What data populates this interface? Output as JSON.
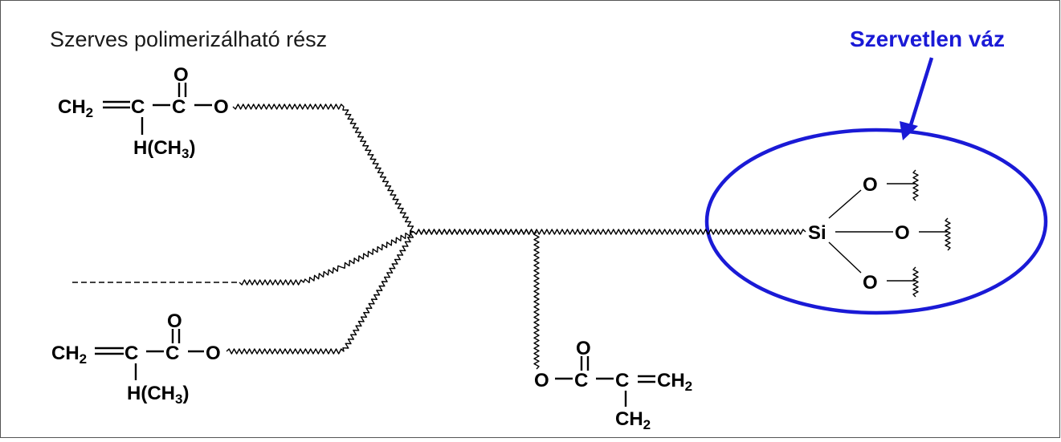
{
  "labels": {
    "organic_part": "Szerves polimerizálható rész",
    "inorganic_framework": "Szervetlen váz"
  },
  "colors": {
    "accent": "#1a1ad6",
    "ink": "#000000",
    "frame": "#555555"
  },
  "methacrylate_top": {
    "ch": "CH",
    "ch_sub": "2",
    "c_alpha": "C",
    "c_carbonyl": "C",
    "carbonyl_o": "O",
    "ester_o": "O",
    "h_prefix": "H(CH",
    "h_sub": "3",
    "h_suffix": ")"
  },
  "methacrylate_bottom": {
    "ch": "CH",
    "ch_sub": "2",
    "c_alpha": "C",
    "c_carbonyl": "C",
    "carbonyl_o": "O",
    "ester_o": "O",
    "h_prefix": "H(CH",
    "h_sub": "3",
    "h_suffix": ")"
  },
  "methacrylate_pendant": {
    "ester_o": "O",
    "c_carbonyl": "C",
    "carbonyl_o": "O",
    "c_alpha": "C",
    "ch": "CH",
    "ch_sub": "2",
    "ch_bottom": "CH",
    "ch_bottom_sub": "2"
  },
  "silicon_center": {
    "si": "Si",
    "o_top": "O",
    "o_mid": "O",
    "o_bottom": "O"
  }
}
